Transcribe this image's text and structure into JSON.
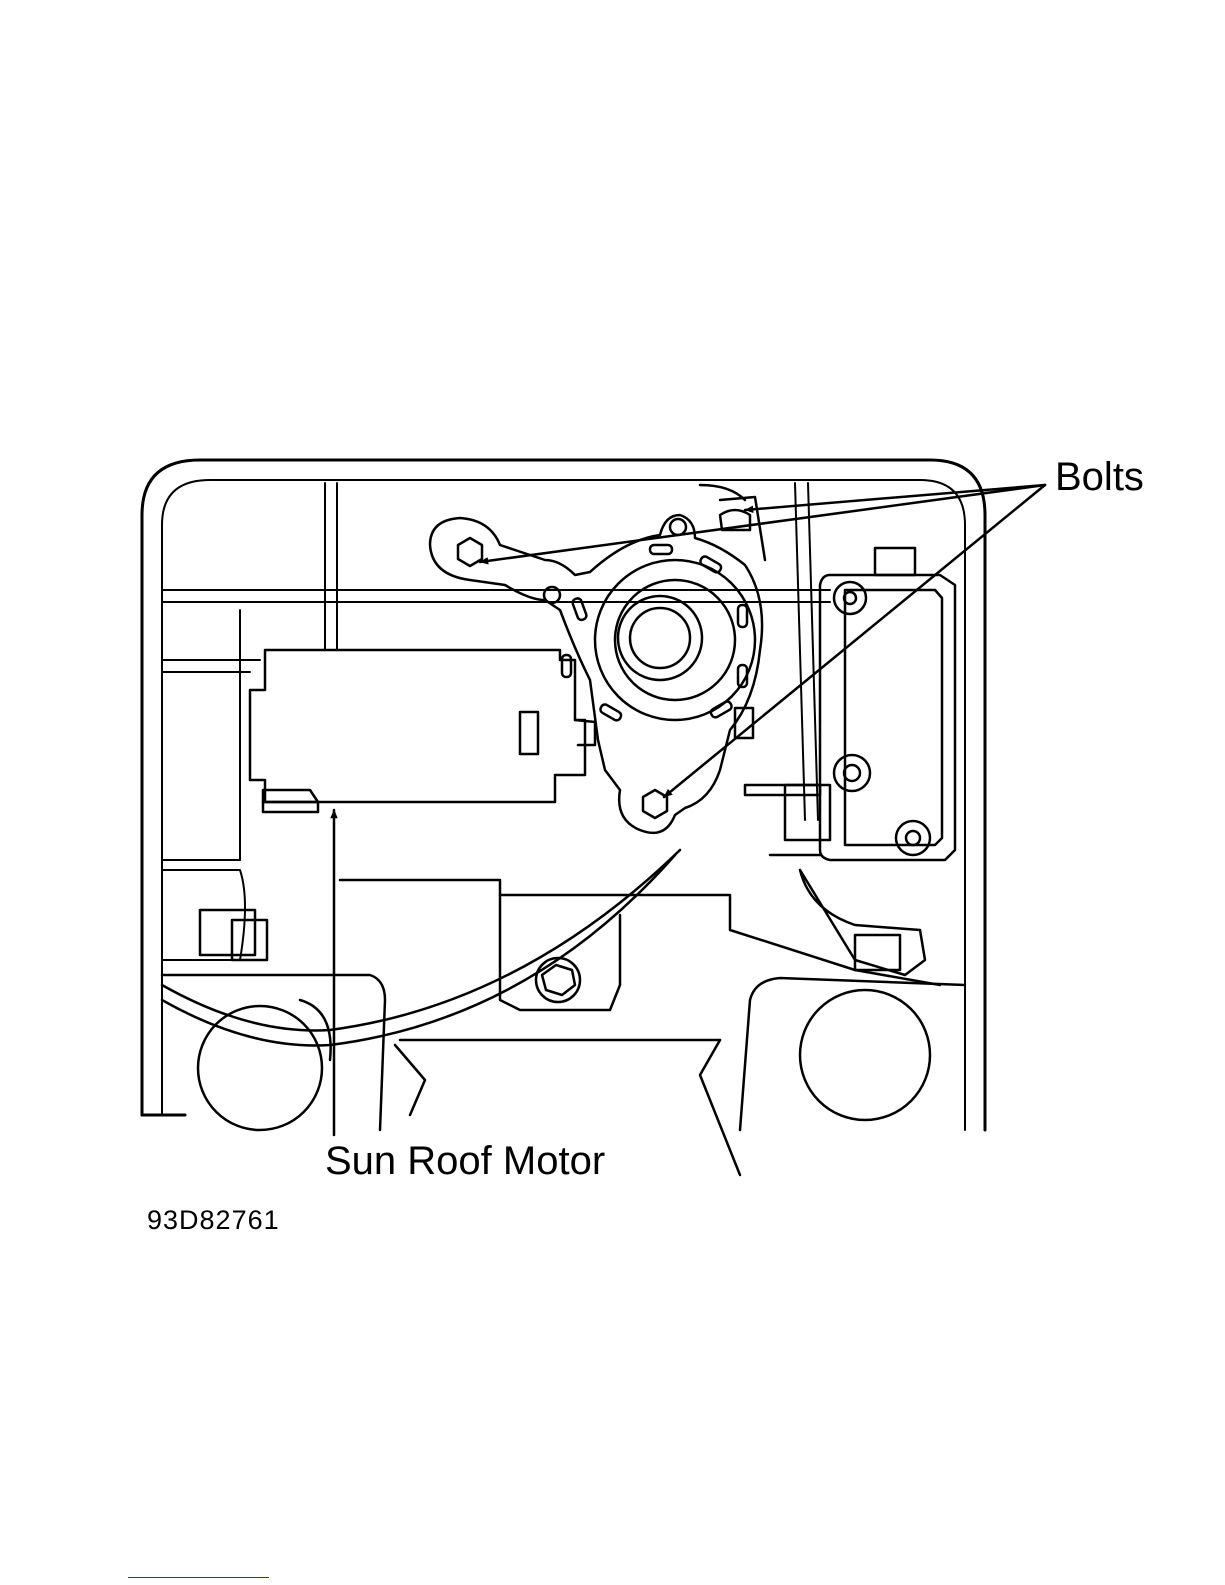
{
  "figure": {
    "callouts": {
      "bolts": "Bolts",
      "motor": "Sun Roof Motor"
    },
    "figure_id": "93D82761",
    "colors": {
      "ink": "#000000",
      "paper": "#ffffff",
      "footer_rule": "#2b2bd0"
    }
  }
}
